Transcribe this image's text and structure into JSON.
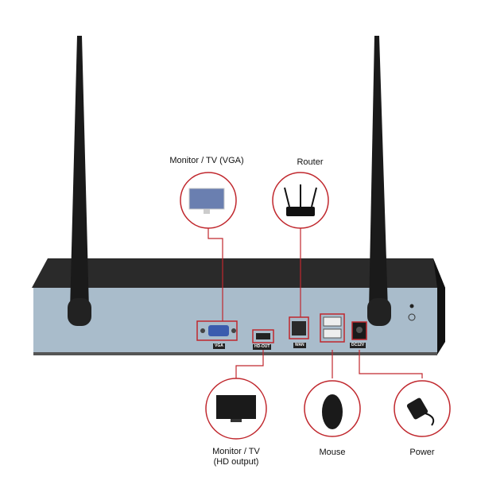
{
  "labels": {
    "vga_monitor": "Monitor / TV (VGA)",
    "router": "Router",
    "hd_monitor_line1": "Monitor / TV",
    "hd_monitor_line2": "(HD output)",
    "mouse": "Mouse",
    "power": "Power"
  },
  "ports": {
    "vga": "VGA",
    "hdout": "HD-OUT",
    "wan": "WAN",
    "dc": "DC12V"
  },
  "colors": {
    "line": "#c0272d",
    "panel": "#a9bccb",
    "body": "#1c1c1c"
  }
}
